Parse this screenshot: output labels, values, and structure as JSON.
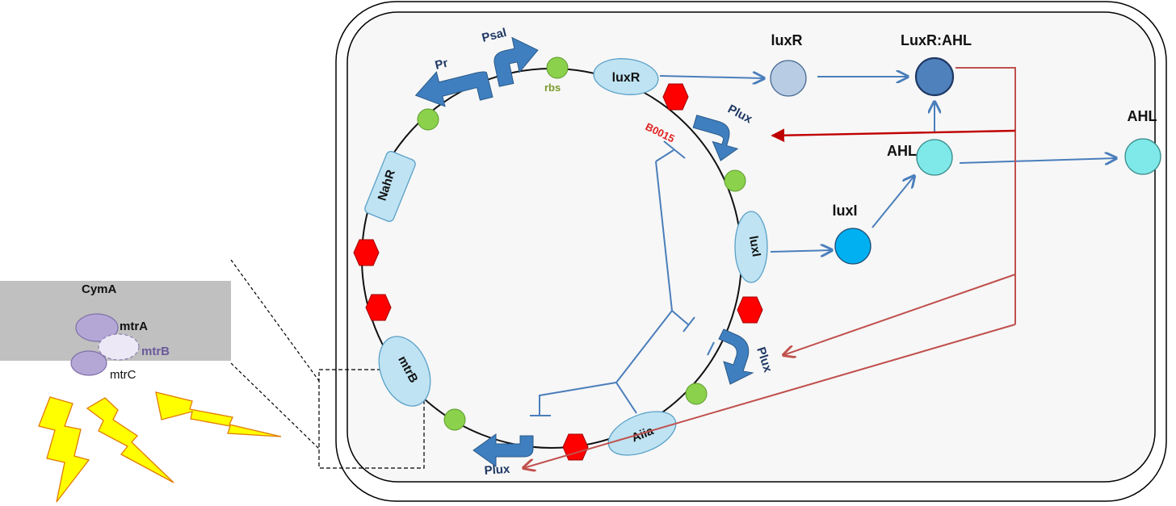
{
  "colors": {
    "membrane_fill": "#c0c0c0",
    "cell_fill": "#f7f7f7",
    "gene_fill": "#bfe3f2",
    "gene_stroke": "#5aa0c8",
    "rbs_fill": "#8bd14b",
    "terminator_fill": "#ff0000",
    "promoter_fill": "#3f7fbf",
    "activation_blue": "#4a7ebb",
    "activation_red": "#c0504d",
    "luxR_protein": "#b8cce4",
    "complex_protein": "#4f81bd",
    "ahl_fill": "#7fe8e8",
    "luxI_protein": "#00b0f0",
    "mtr_fill": "#b4a7d6",
    "lightning_fill": "#ffff00",
    "lightning_stroke": "#e07a00"
  },
  "membrane": {
    "cymA": "CymA",
    "mtrA": "mtrA",
    "mtrB": "mtrB",
    "mtrC": "mtrC"
  },
  "promoters": {
    "pr": "Pr",
    "psal": "Psal",
    "plux_top": "Plux",
    "plux_right": "Plux",
    "plux_bottom": "Plux"
  },
  "genes": {
    "luxR": "luxR",
    "luxI": "luxI",
    "aiia": "Aiia",
    "mtrB": "mtrB",
    "nahR": "NahR"
  },
  "parts": {
    "rbs": "rbs",
    "terminator": "B0015"
  },
  "proteins": {
    "luxR": "luxR",
    "complex": "LuxR:AHL",
    "ahl_inside": "AHL",
    "ahl_outside": "AHL",
    "luxI": "luxI"
  }
}
